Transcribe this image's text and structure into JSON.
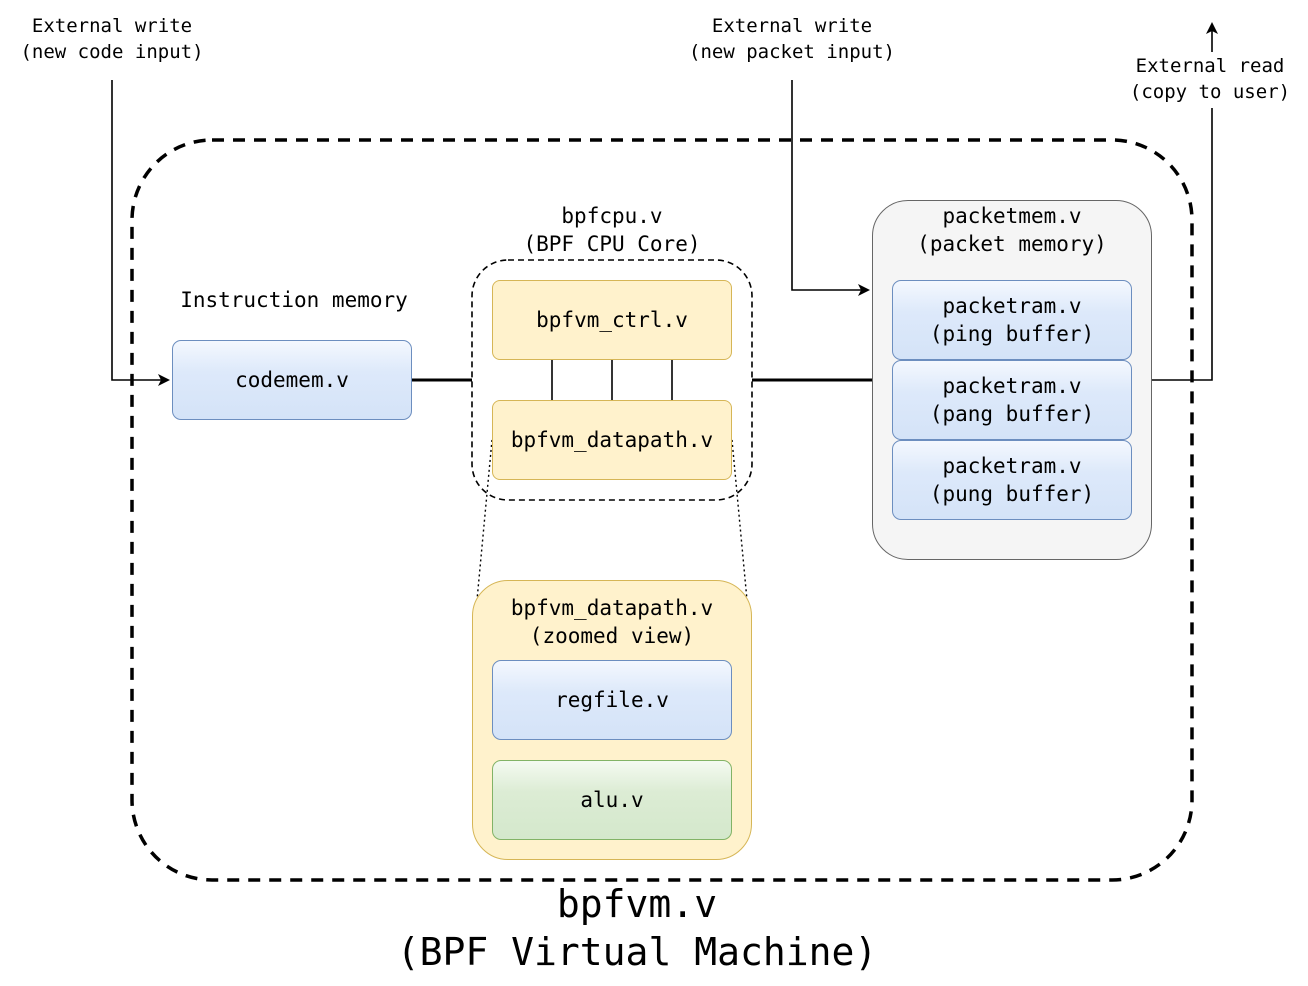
{
  "external_write_code": "External write\n(new code input)",
  "external_write_packet": "External write\n(new packet input)",
  "external_read": "External read\n(copy to user)",
  "instruction_memory_label": "Instruction memory",
  "codemem": "codemem.v",
  "bpfcpu_label": "bpfcpu.v\n(BPF CPU Core)",
  "bpfvm_ctrl": "bpfvm_ctrl.v",
  "bpfvm_datapath": "bpfvm_datapath.v",
  "packetmem_label": "packetmem.v\n(packet memory)",
  "packetram_ping": "packetram.v\n(ping buffer)",
  "packetram_pang": "packetram.v\n(pang buffer)",
  "packetram_pung": "packetram.v\n(pung buffer)",
  "datapath_zoom_label": "bpfvm_datapath.v\n(zoomed view)",
  "regfile": "regfile.v",
  "alu": "alu.v",
  "bpfvm_title": "bpfvm.v\n(BPF Virtual Machine)",
  "colors": {
    "blue_fill": "#dae8fc",
    "blue_stroke": "#6c8ebf",
    "yellow_fill": "#fff2cc",
    "yellow_stroke": "#d6b656",
    "green_fill": "#d5e8d4",
    "green_stroke": "#82b366",
    "gray_fill": "#f5f5f5",
    "gray_stroke": "#666666"
  }
}
